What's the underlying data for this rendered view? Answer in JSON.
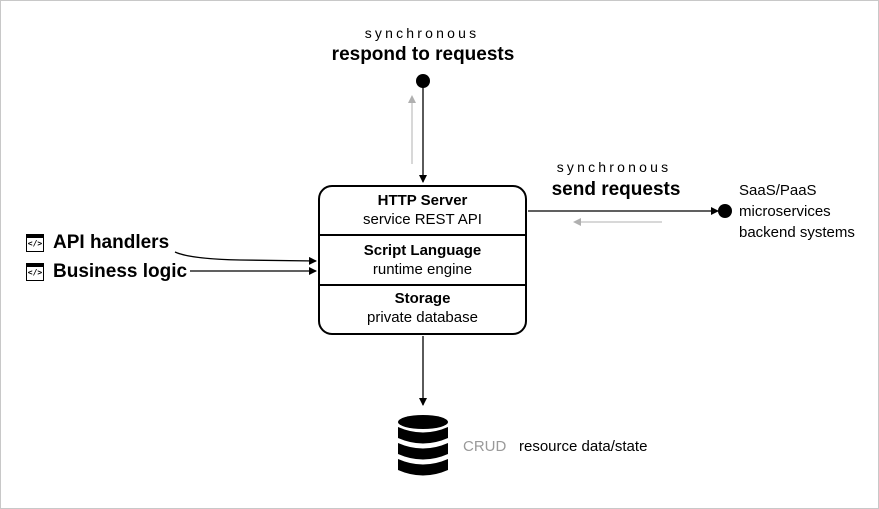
{
  "top": {
    "mode": "synchronous",
    "title": "respond to requests"
  },
  "right": {
    "mode": "synchronous",
    "title": "send requests",
    "targets": [
      "SaaS/PaaS",
      "microservices",
      "backend systems"
    ]
  },
  "server": {
    "sections": [
      {
        "title": "HTTP Server",
        "subtitle": "service REST API"
      },
      {
        "title": "Script Language",
        "subtitle": "runtime engine"
      },
      {
        "title": "Storage",
        "subtitle": "private database"
      }
    ]
  },
  "inputs": [
    {
      "label": "API handlers",
      "icon": "code-window-icon"
    },
    {
      "label": "Business logic",
      "icon": "code-window-icon"
    }
  ],
  "storage": {
    "crud": "CRUD",
    "label": "resource data/state",
    "icon": "database-icon"
  },
  "colors": {
    "line": "#000000",
    "faint_line": "#b0b0b0",
    "muted_text": "#9a9a9a",
    "border": "#c8c8c8"
  }
}
